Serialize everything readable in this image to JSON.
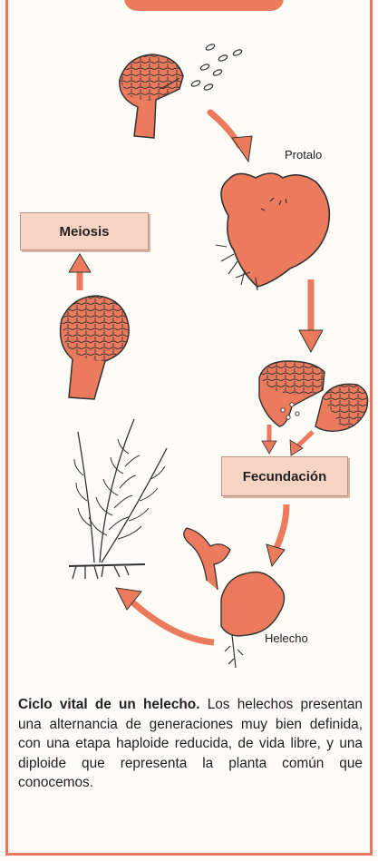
{
  "labels": {
    "meiosis": "Meiosis",
    "protalo": "Protalo",
    "fecundacion": "Fecundación",
    "helecho": "Helecho"
  },
  "caption": {
    "title": "Ciclo vital de un helecho.",
    "body": "Los helechos presentan una alternancia de generaciones muy bien definida, con una etapa haploide reducida, de vida libre, y una diploide que representa la planta común que conocemos."
  },
  "colors": {
    "accent": "#ec7a5d",
    "box_fill": "#f7d3c4",
    "ink": "#222222"
  }
}
